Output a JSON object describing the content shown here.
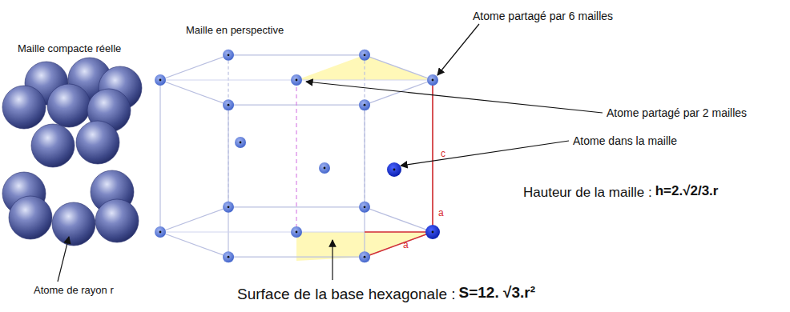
{
  "diagram": {
    "labels": [
      "Maille compacte réelle",
      "Maille en perspective",
      "Atome partagé par 6 mailles",
      "Atome partagé par 2 mailles",
      "Atome dans la maille",
      "c",
      "a",
      "a",
      "Atome de rayon r",
      "Hauteur de la maille :",
      "h=2.√2/3.r",
      "Surface de la base hexagonale :",
      "S=12. √3.r²"
    ]
  }
}
